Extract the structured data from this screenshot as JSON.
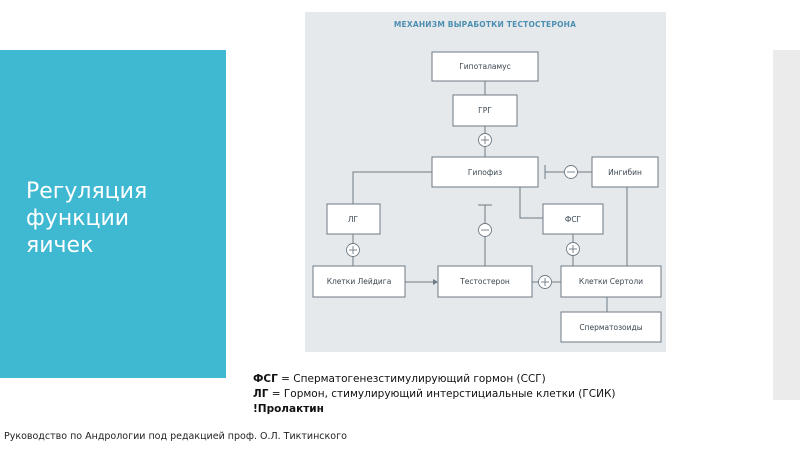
{
  "slide": {
    "title": "Регуляция\nфункции\nяичек",
    "accent_color": "#3fb8d2"
  },
  "diagram": {
    "title": "МЕХАНИЗМ ВЫРАБОТКИ ТЕСТОСТЕРОНА",
    "nodes": {
      "hypothalamus": "Гипоталамус",
      "grg": "ГРГ",
      "pituitary": "Гипофиз",
      "inhibin": "Ингибин",
      "lg": "ЛГ",
      "fsg": "ФСГ",
      "leydig": "Клетки Лейдига",
      "testosterone": "Тестостерон",
      "sertoli": "Клетки Сертоли",
      "spermatozoa": "Сперматозоиды"
    },
    "edges": [
      {
        "from": "hypothalamus",
        "to": "grg",
        "sign": ""
      },
      {
        "from": "grg",
        "to": "pituitary",
        "sign": "+"
      },
      {
        "from": "pituitary",
        "to": "lg",
        "sign": ""
      },
      {
        "from": "pituitary",
        "to": "fsg",
        "sign": ""
      },
      {
        "from": "lg",
        "to": "leydig",
        "sign": "+"
      },
      {
        "from": "fsg",
        "to": "sertoli",
        "sign": "+"
      },
      {
        "from": "leydig",
        "to": "testosterone",
        "sign": ""
      },
      {
        "from": "testosterone",
        "to": "pituitary",
        "sign": "−"
      },
      {
        "from": "testosterone",
        "to": "sertoli",
        "sign": "+"
      },
      {
        "from": "sertoli",
        "to": "inhibin",
        "sign": ""
      },
      {
        "from": "inhibin",
        "to": "pituitary",
        "sign": "−"
      },
      {
        "from": "sertoli",
        "to": "spermatozoa",
        "sign": ""
      }
    ]
  },
  "legend": {
    "fsg_abbr": "ФСГ",
    "fsg_text": " = Сперматогенезстимулирующий гормон (ССГ)",
    "lg_abbr": "ЛГ",
    "lg_text": " = Гормон, стимулирующий интерстициальные клетки (ГСИК)",
    "prolactin": "!Пролактин"
  },
  "footer": {
    "source": "Руководство по Андрологии под редакцией проф. О.Л. Тиктинского"
  }
}
